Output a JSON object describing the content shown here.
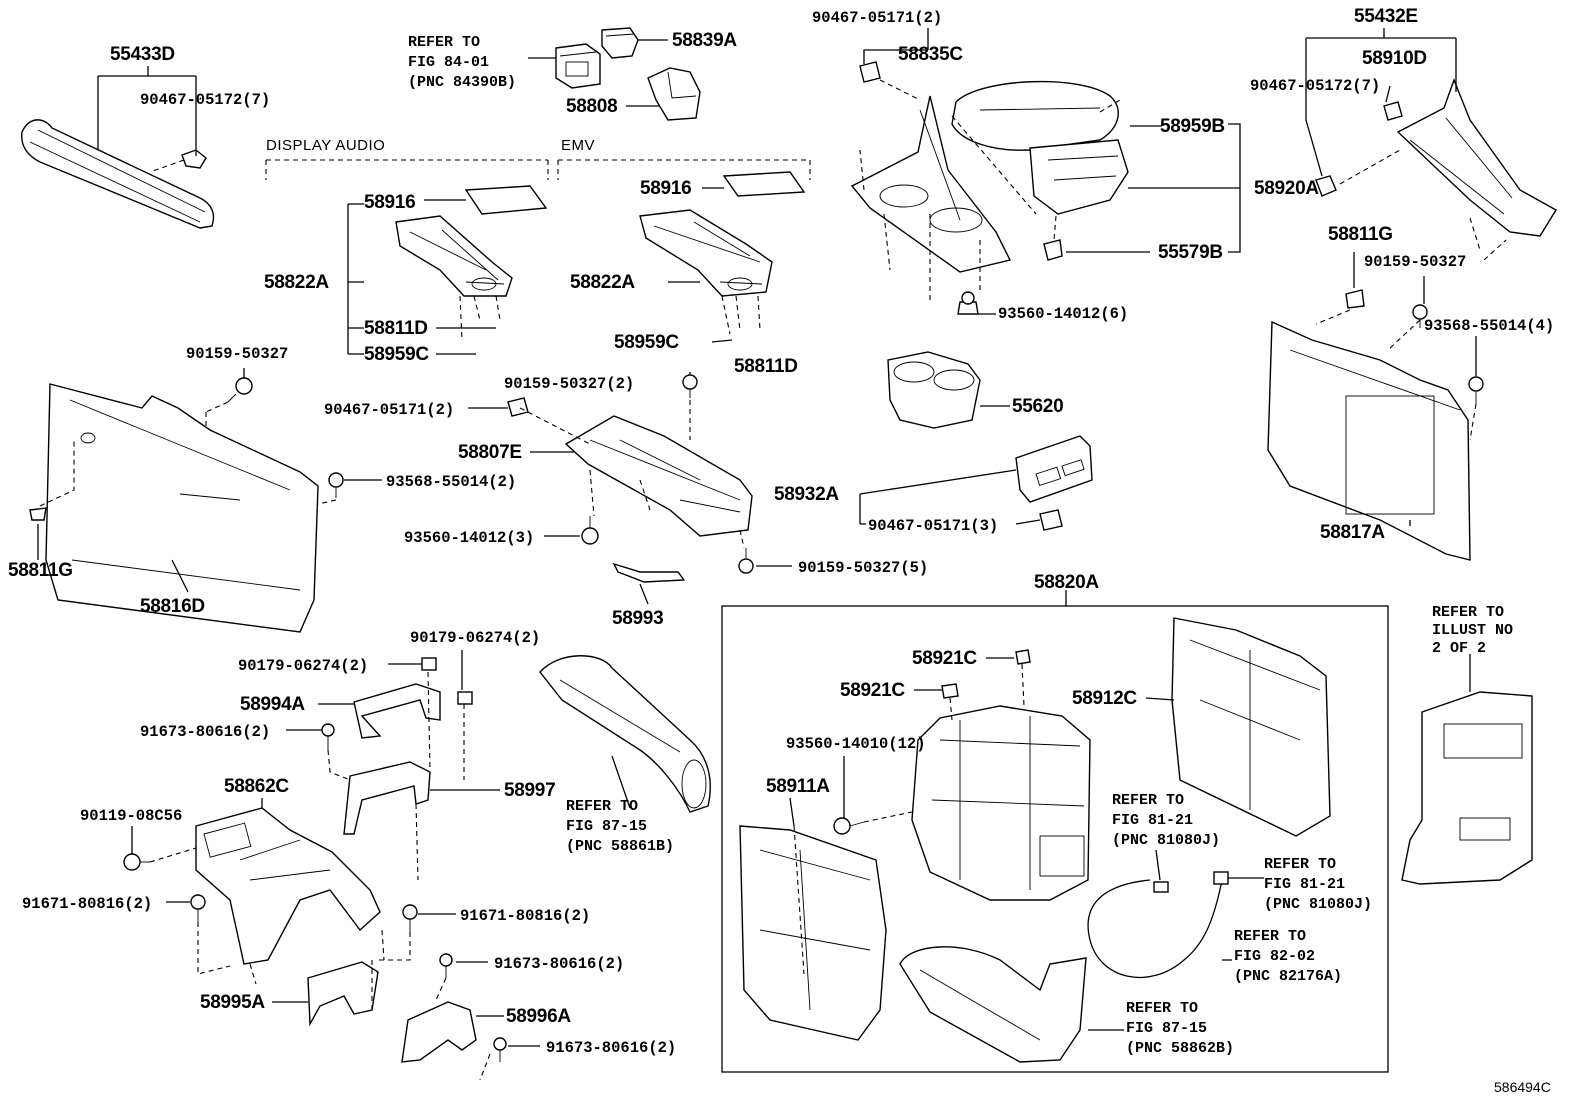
{
  "diagram": {
    "headers": {
      "display_audio": "DISPLAY AUDIO",
      "emv": "EMV"
    },
    "figure_code": "586494C",
    "labels": {
      "p55433D": "55433D",
      "p90467_05172_7_left": "90467-05172(7)",
      "refer_84_01_l1": "REFER TO",
      "refer_84_01_l2": "FIG 84-01",
      "refer_84_01_l3": "(PNC 84390B)",
      "p58839A": "58839A",
      "p58808": "58808",
      "p90467_05171_2_top": "90467-05171(2)",
      "p58835C": "58835C",
      "p55432E": "55432E",
      "p58910D": "58910D",
      "p90467_05172_7_right": "90467-05172(7)",
      "p58959B": "58959B",
      "p58920A": "58920A",
      "p55579B": "55579B",
      "p58916_da": "58916",
      "p58822A_da": "58822A",
      "p58811D_da": "58811D",
      "p58959C_da": "58959C",
      "p58916_emv": "58916",
      "p58822A_emv": "58822A",
      "p58959C_emv": "58959C",
      "p58811D_emv": "58811D",
      "p93560_14012_6": "93560-14012(6)",
      "p58811G_right": "58811G",
      "p90159_50327_right": "90159-50327",
      "p93568_55014_4": "93568-55014(4)",
      "p90159_50327_left": "90159-50327",
      "p90159_50327_2": "90159-50327(2)",
      "p90467_05171_2_mid": "90467-05171(2)",
      "p58807E": "58807E",
      "p55620": "55620",
      "p93568_55014_2": "93568-55014(2)",
      "p58932A": "58932A",
      "p90467_05171_3": "90467-05171(3)",
      "p93560_14012_3": "93560-14012(3)",
      "p58817A": "58817A",
      "p58811G_left": "58811G",
      "p90159_50327_5": "90159-50327(5)",
      "p58816D": "58816D",
      "p58993": "58993",
      "p58820A": "58820A",
      "refer_illust_l1": "REFER TO",
      "refer_illust_l2": "ILLUST NO",
      "refer_illust_l3": "2 OF 2",
      "p90179_06274_2_b": "90179-06274(2)",
      "p90179_06274_2_a": "90179-06274(2)",
      "p58921C_a": "58921C",
      "p58921C_b": "58921C",
      "p58912C": "58912C",
      "p58994A": "58994A",
      "p91673_80616_2_a": "91673-80616(2)",
      "p93560_14010_12": "93560-14010(12)",
      "p58862C": "58862C",
      "p58997": "58997",
      "refer_87_15_a_l1": "REFER TO",
      "refer_87_15_a_l2": "FIG 87-15",
      "refer_87_15_a_l3": "(PNC 58861B)",
      "p58911A": "58911A",
      "refer_81_21_a_l1": "REFER TO",
      "refer_81_21_a_l2": "FIG 81-21",
      "refer_81_21_a_l3": "(PNC 81080J)",
      "p90119_08C56": "90119-08C56",
      "refer_81_21_b_l1": "REFER TO",
      "refer_81_21_b_l2": "FIG 81-21",
      "refer_81_21_b_l3": "(PNC 81080J)",
      "p91671_80816_2_a": "91671-80816(2)",
      "p91671_80816_2_b": "91671-80816(2)",
      "p91673_80616_2_b": "91673-80616(2)",
      "refer_82_02_l1": "REFER TO",
      "refer_82_02_l2": "FIG 82-02",
      "refer_82_02_l3": "(PNC 82176A)",
      "p58995A": "58995A",
      "p58996A": "58996A",
      "refer_87_15_b_l1": "REFER TO",
      "refer_87_15_b_l2": "FIG 87-15",
      "refer_87_15_b_l3": "(PNC 58862B)",
      "p91673_80616_2_c": "91673-80616(2)"
    }
  }
}
